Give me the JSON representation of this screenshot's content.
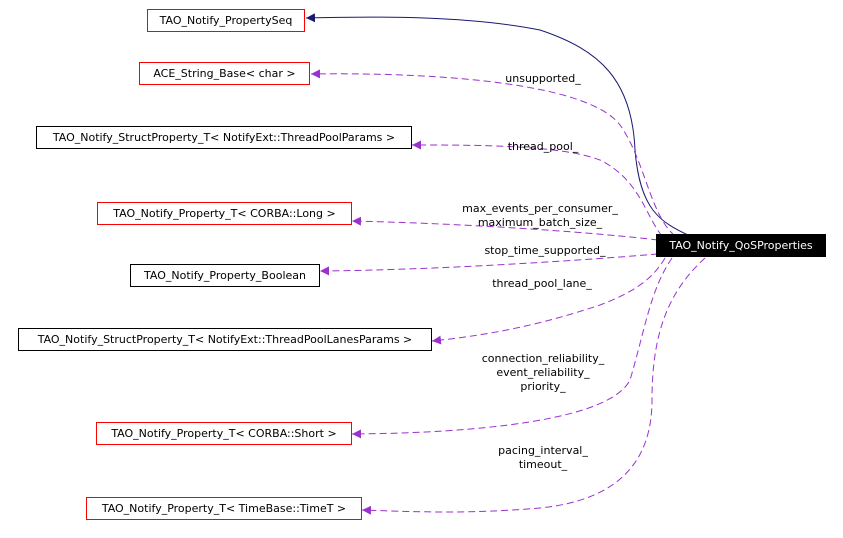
{
  "main_class": "TAO_Notify_QoSProperties",
  "classes": {
    "property_seq": "TAO_Notify_PropertySeq",
    "string_base": "ACE_String_Base< char >",
    "struct_threadpool": "TAO_Notify_StructProperty_T< NotifyExt::ThreadPoolParams >",
    "prop_long": "TAO_Notify_Property_T< CORBA::Long >",
    "prop_boolean": "TAO_Notify_Property_Boolean",
    "struct_lanes": "TAO_Notify_StructProperty_T< NotifyExt::ThreadPoolLanesParams >",
    "prop_short": "TAO_Notify_Property_T< CORBA::Short >",
    "prop_time": "TAO_Notify_Property_T< TimeBase::TimeT >"
  },
  "edge_labels": {
    "unsupported": "unsupported_",
    "thread_pool": "thread_pool_",
    "long_members": [
      "max_events_per_consumer_",
      "maximum_batch_size_"
    ],
    "stop_time": "stop_time_supported_",
    "thread_pool_lane": "thread_pool_lane_",
    "short_members": [
      "connection_reliability_",
      "event_reliability_",
      "priority_"
    ],
    "time_members": [
      "pacing_interval_",
      "timeout_"
    ]
  },
  "colors": {
    "inheritance_edge": "#191970",
    "usage_edge": "#9a32cd",
    "node_border_red": "#ff0000",
    "node_border_black": "#000000"
  }
}
